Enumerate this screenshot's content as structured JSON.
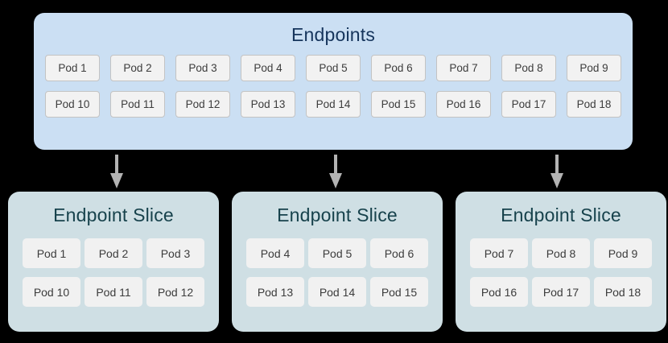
{
  "colors": {
    "background": "#000000",
    "endpoints_panel_fill": "#cbdff3",
    "endpoints_title_text": "#16355c",
    "slice_panel_fill": "#cfdfe4",
    "slice_title_text": "#17424c",
    "chip_fill": "#f2f2f2",
    "chip_border": "#c3c3c3",
    "chip_text": "#3c3c3c",
    "arrow_color": "#b3b3b3"
  },
  "endpoints": {
    "title": "Endpoints",
    "rows": [
      [
        "Pod 1",
        "Pod 2",
        "Pod 3",
        "Pod 4",
        "Pod 5",
        "Pod 6",
        "Pod 7",
        "Pod 8",
        "Pod 9"
      ],
      [
        "Pod 10",
        "Pod 11",
        "Pod 12",
        "Pod 13",
        "Pod 14",
        "Pod 15",
        "Pod 16",
        "Pod 17",
        "Pod 18"
      ]
    ]
  },
  "arrows": [
    {
      "name": "arrow-to-slice-1"
    },
    {
      "name": "arrow-to-slice-2"
    },
    {
      "name": "arrow-to-slice-3"
    }
  ],
  "slices": [
    {
      "title": "Endpoint Slice",
      "rows": [
        [
          "Pod 1",
          "Pod 2",
          "Pod 3"
        ],
        [
          "Pod 10",
          "Pod 11",
          "Pod 12"
        ]
      ]
    },
    {
      "title": "Endpoint Slice",
      "rows": [
        [
          "Pod 4",
          "Pod 5",
          "Pod 6"
        ],
        [
          "Pod 13",
          "Pod 14",
          "Pod 15"
        ]
      ]
    },
    {
      "title": "Endpoint Slice",
      "rows": [
        [
          "Pod 7",
          "Pod 8",
          "Pod 9"
        ],
        [
          "Pod 16",
          "Pod 17",
          "Pod 18"
        ]
      ]
    }
  ]
}
